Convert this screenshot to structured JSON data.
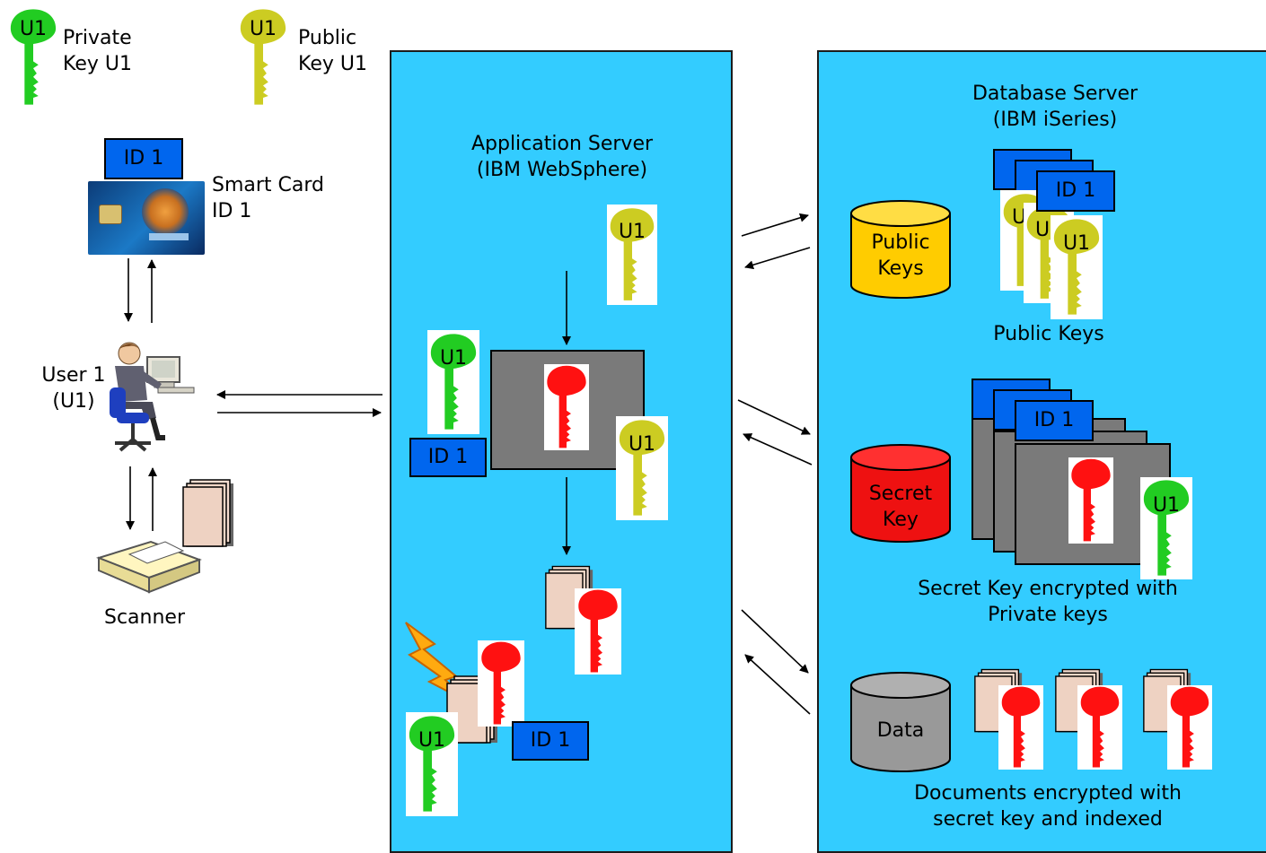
{
  "legend": {
    "private_key_label": "Private\nKey U1",
    "public_key_label": "Public\nKey U1"
  },
  "key_text": "U1",
  "id_label": "ID 1",
  "client": {
    "smart_card_label": "Smart Card\nID 1",
    "user_label": "User 1\n(U1)",
    "scanner_label": "Scanner"
  },
  "app_server": {
    "title": "Application Server\n(IBM WebSphere)"
  },
  "db_server": {
    "title": "Database Server\n(IBM iSeries)",
    "public_keys_db": "Public\nKeys",
    "public_keys_caption": "Public Keys",
    "secret_key_db": "Secret\nKey",
    "secret_key_caption": "Secret Key encrypted with\nPrivate keys",
    "data_db": "Data",
    "documents_caption": "Documents encrypted with\nsecret key and indexed"
  },
  "colors": {
    "panel": "#33ccff",
    "id_box": "#0066ee",
    "private_key": "#22cc22",
    "public_key": "#cccc22",
    "secret_key": "#ff1111",
    "public_db": "#ffcc00",
    "secret_db": "#ee1111",
    "data_db": "#999999"
  }
}
